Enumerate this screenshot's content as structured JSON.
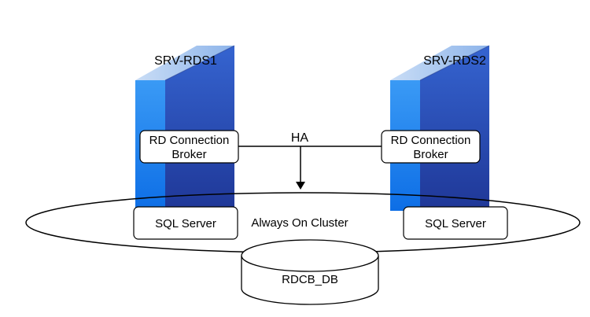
{
  "servers": [
    {
      "name": "SRV-RDS1",
      "broker_label_line1": "RD Connection",
      "broker_label_line2": "Broker",
      "sql_label": "SQL Server"
    },
    {
      "name": "SRV-RDS2",
      "broker_label_line1": "RD Connection",
      "broker_label_line2": "Broker",
      "sql_label": "SQL Server"
    }
  ],
  "link_label": "HA",
  "cluster_label": "Always On Cluster",
  "database_label": "RDCB_DB",
  "colors": {
    "server_front_top": "#1f86f0",
    "server_front_bottom": "#0d6ee6",
    "server_side_top": "#2b5ac8",
    "server_side_bottom": "#203a9c",
    "server_top_face": "#a8c8f0",
    "stroke": "#000000"
  },
  "icons": [
    "server-tower-icon",
    "database-cylinder-icon",
    "arrow-down-icon"
  ]
}
